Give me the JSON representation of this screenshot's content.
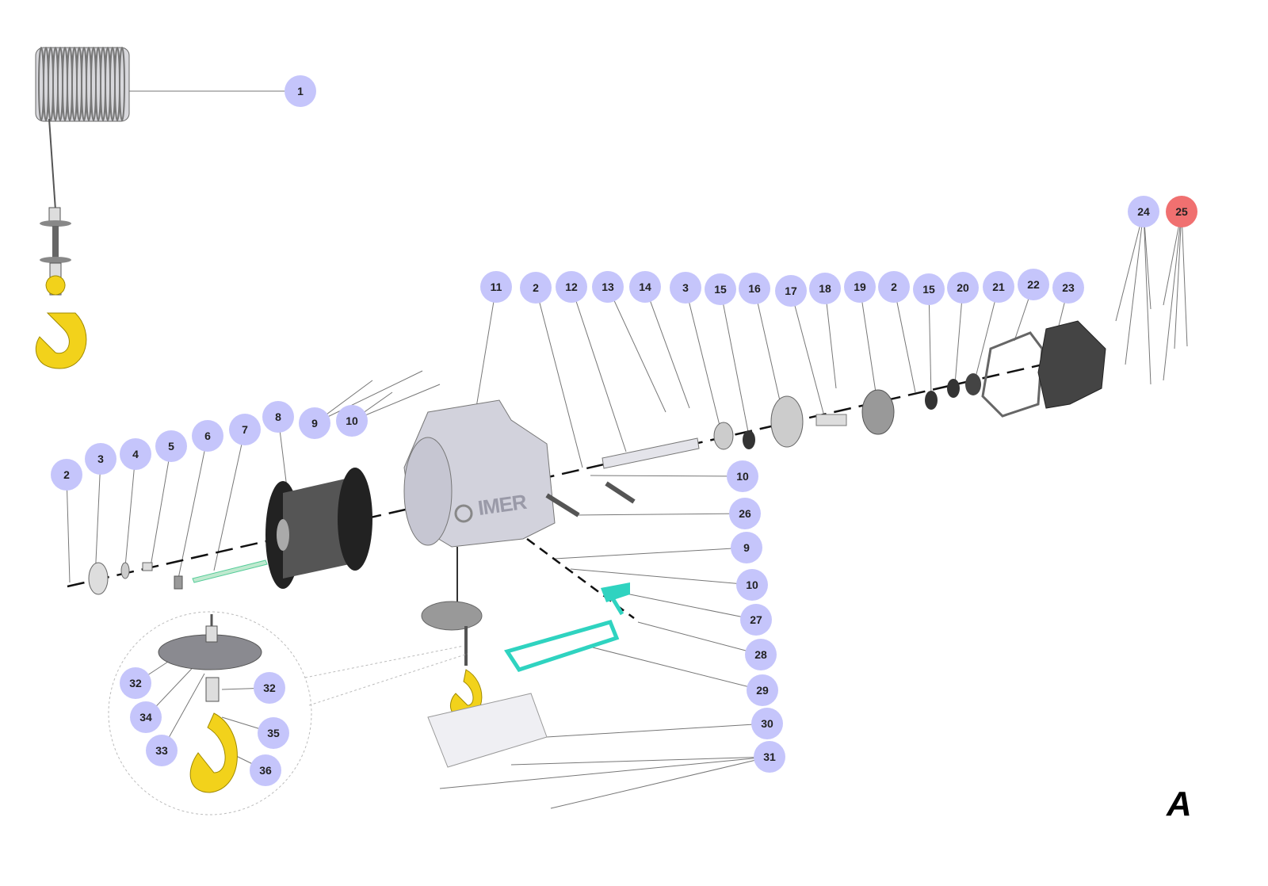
{
  "diagram": {
    "sheet_letter": "A",
    "brand_text": "IMER",
    "colors": {
      "callout": "#c5c5fb",
      "callout_highlight": "#f07070",
      "hook": "#f2d21b",
      "handle": "#2fd3c0"
    },
    "callouts": [
      {
        "label": "1"
      },
      {
        "label": "24"
      },
      {
        "label": "25",
        "highlight": true
      },
      {
        "label": "11"
      },
      {
        "label": "2"
      },
      {
        "label": "12"
      },
      {
        "label": "13"
      },
      {
        "label": "14"
      },
      {
        "label": "3"
      },
      {
        "label": "15"
      },
      {
        "label": "16"
      },
      {
        "label": "17"
      },
      {
        "label": "18"
      },
      {
        "label": "19"
      },
      {
        "label": "2"
      },
      {
        "label": "15"
      },
      {
        "label": "20"
      },
      {
        "label": "21"
      },
      {
        "label": "22"
      },
      {
        "label": "23"
      },
      {
        "label": "2"
      },
      {
        "label": "3"
      },
      {
        "label": "4"
      },
      {
        "label": "5"
      },
      {
        "label": "6"
      },
      {
        "label": "7"
      },
      {
        "label": "8"
      },
      {
        "label": "9"
      },
      {
        "label": "10"
      },
      {
        "label": "10"
      },
      {
        "label": "26"
      },
      {
        "label": "9"
      },
      {
        "label": "10"
      },
      {
        "label": "27"
      },
      {
        "label": "28"
      },
      {
        "label": "29"
      },
      {
        "label": "30"
      },
      {
        "label": "31"
      },
      {
        "label": "32"
      },
      {
        "label": "34"
      },
      {
        "label": "33"
      },
      {
        "label": "32"
      },
      {
        "label": "35"
      },
      {
        "label": "36"
      }
    ]
  }
}
